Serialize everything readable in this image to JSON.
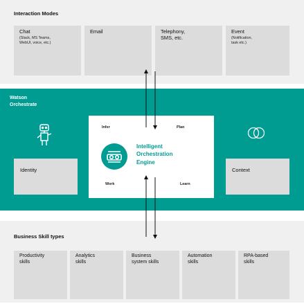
{
  "interaction_modes": {
    "title": "Interaction Modes",
    "cards": [
      {
        "title": "Chat",
        "subtitle_line1": "(Slack, MS Teams,",
        "subtitle_line2": "WebUI, voice, etc.)"
      },
      {
        "title": "Email",
        "subtitle_line1": "",
        "subtitle_line2": ""
      },
      {
        "title": "Telephony,",
        "title_line2": "SMS, etc."
      },
      {
        "title": "Event",
        "subtitle_line1": "(Notification,",
        "subtitle_line2": "task etc.)"
      }
    ]
  },
  "orchestrate": {
    "line1": "Watson",
    "line2": "Orchestrate",
    "robot_icon": "robot-icon",
    "context_icon": "context-ring-icon",
    "identity": "Identity",
    "context": "Context"
  },
  "engine": {
    "title_line1": "Intelligent",
    "title_line2": "Orchestration",
    "title_line3": "Engine",
    "infer": "Infer",
    "plan": "Plan",
    "work": "Work",
    "learn": "Learn",
    "logo_icon": "orchestration-logo-icon",
    "accent": "#009c92"
  },
  "business_skills": {
    "title": "Business Skill types",
    "cards": [
      {
        "line1": "Productivity",
        "line2": "skills"
      },
      {
        "line1": "Analytics",
        "line2": "skills"
      },
      {
        "line1": "Business",
        "line2": "system skills"
      },
      {
        "line1": "Automation",
        "line2": "skills"
      },
      {
        "line1": "RPA-based",
        "line2": "skills"
      }
    ]
  },
  "colors": {
    "teal": "#009c92",
    "panel": "#f0f0f0",
    "card": "#dcdcdc"
  }
}
